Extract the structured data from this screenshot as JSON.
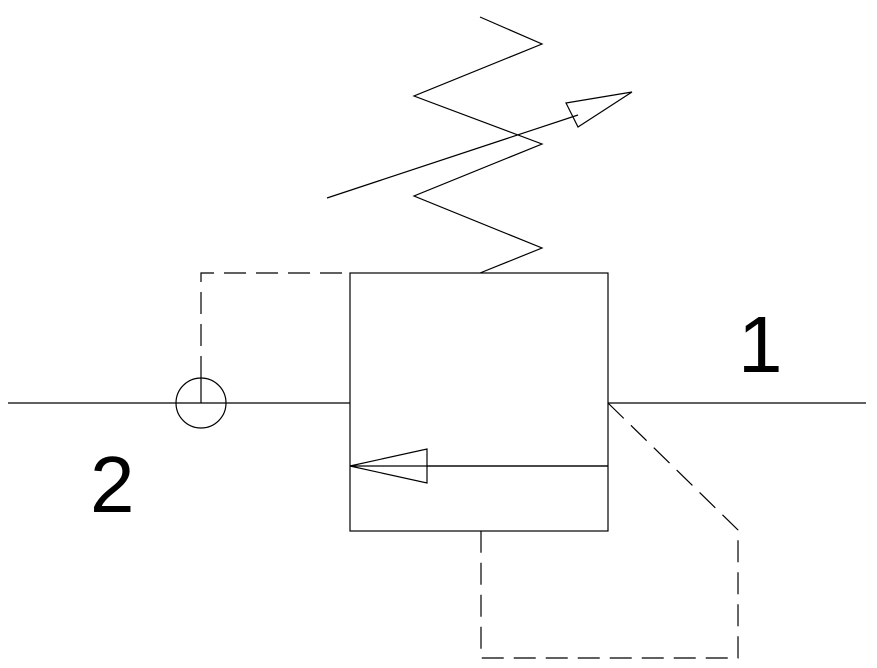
{
  "ports": {
    "port_1_label": "1",
    "port_2_label": "2"
  },
  "colors": {
    "stroke": "#000000",
    "background": "#ffffff"
  },
  "symbol": {
    "solid_line_style": "solid",
    "pilot_line_style": "dashed"
  }
}
